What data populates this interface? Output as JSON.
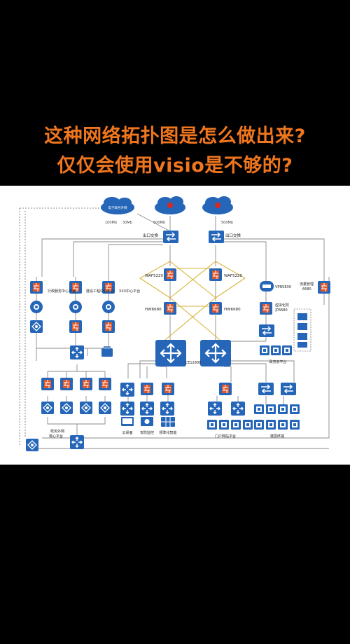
{
  "headline": {
    "line1": "这种网络拓扑图是怎么做出来?",
    "line2": "仅仅会使用visio是不够的?"
  },
  "clouds": [
    {
      "label": "电子政务外网",
      "icon": "cloud-icon"
    },
    {
      "label": "",
      "icon": "china-telecom-cloud-icon"
    },
    {
      "label": "",
      "icon": "china-unicom-cloud-icon"
    }
  ],
  "bandwidth": {
    "left_a": "100Mb",
    "left_b": "30Mb",
    "mid": "500Mb",
    "right": "500Mb"
  },
  "labels": {
    "exit_left": "出口交换",
    "exit_right": "出口交换",
    "waf_left": "WAF5220",
    "waf_right": "WAF5220",
    "hw_left": "HW6680",
    "hw_right": "HW6680",
    "core": "CE12808",
    "vpn": "VPN5830",
    "flow": "流量管理",
    "flow2": "6680",
    "virt": "虚拟化防",
    "virt2": "护6680",
    "cloud_platform": "政务云平台",
    "gov_core": "政务外网",
    "gov_core2": "核心平台",
    "col1": "行政服务中心平台",
    "col2": "建设工程中心平台",
    "col3": "XXX中心平台",
    "yun": "云桌面",
    "security": "安防监控",
    "standard": "標準化智能",
    "portal": "门户网站平台",
    "terminals": "楼层终端"
  },
  "colors": {
    "switch_blue": "#2566b8",
    "firewall_orange": "#e2572a",
    "link_yellow": "#d9b43a",
    "link_gray": "#8a8a8a",
    "headline": "#f0761e"
  }
}
